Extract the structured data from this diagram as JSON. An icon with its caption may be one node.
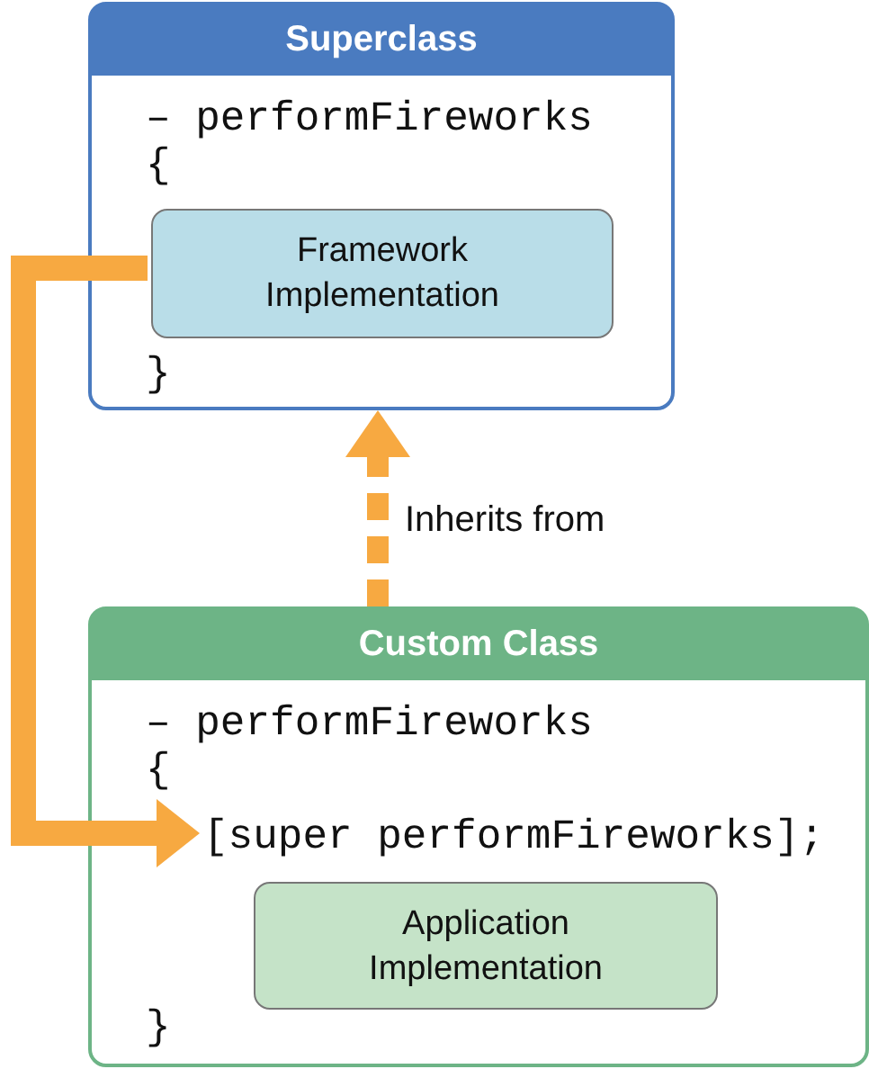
{
  "diagram": {
    "nodes": [
      {
        "text": [
          "Superclass",
          "– performFireworks",
          "{",
          "}"
        ]
      },
      {
        "text": [
          "Framework Implementation"
        ],
        "in": 0
      },
      {
        "text": [
          "Custom Class",
          "– performFireworks",
          "{",
          "}"
        ]
      },
      {
        "text": [
          "[super performFireworks];"
        ],
        "in": 2
      },
      {
        "text": [
          "Application Implementation"
        ],
        "in": 2
      }
    ],
    "edges": [
      {
        "from": 2,
        "to": 0,
        "arrow": "to",
        "label": "Inherits from",
        "style": "dashed"
      },
      {
        "from": 1,
        "to": 3,
        "arrow": "to"
      }
    ]
  }
}
